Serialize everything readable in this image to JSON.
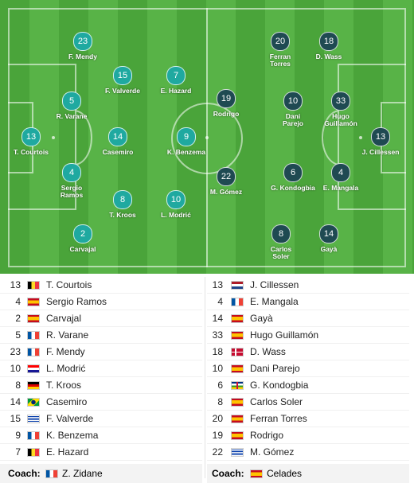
{
  "home_team": {
    "coach_label": "Coach:",
    "coach_name": "Z. Zidane",
    "coach_flag": "France",
    "players": [
      {
        "num": "13",
        "name": "T. Courtois",
        "flag": "Belgium"
      },
      {
        "num": "4",
        "name": "Sergio Ramos",
        "flag": "Spain"
      },
      {
        "num": "2",
        "name": "Carvajal",
        "flag": "Spain"
      },
      {
        "num": "5",
        "name": "R. Varane",
        "flag": "France"
      },
      {
        "num": "23",
        "name": "F. Mendy",
        "flag": "France"
      },
      {
        "num": "10",
        "name": "L. Modrić",
        "flag": "Croatia"
      },
      {
        "num": "8",
        "name": "T. Kroos",
        "flag": "Germany"
      },
      {
        "num": "14",
        "name": "Casemiro",
        "flag": "Brazil"
      },
      {
        "num": "15",
        "name": "F. Valverde",
        "flag": "Uruguay"
      },
      {
        "num": "9",
        "name": "K. Benzema",
        "flag": "France"
      },
      {
        "num": "7",
        "name": "E. Hazard",
        "flag": "Belgium"
      }
    ]
  },
  "away_team": {
    "coach_label": "Coach:",
    "coach_name": "Celades",
    "coach_flag": "Spain",
    "players": [
      {
        "num": "13",
        "name": "J. Cillessen",
        "flag": "Netherlands"
      },
      {
        "num": "4",
        "name": "E. Mangala",
        "flag": "France"
      },
      {
        "num": "14",
        "name": "Gayà",
        "flag": "Spain"
      },
      {
        "num": "33",
        "name": "Hugo Guillamón",
        "flag": "Spain"
      },
      {
        "num": "18",
        "name": "D. Wass",
        "flag": "Denmark"
      },
      {
        "num": "10",
        "name": "Dani Parejo",
        "flag": "Spain"
      },
      {
        "num": "6",
        "name": "G. Kondogbia",
        "flag": "Central African Republic"
      },
      {
        "num": "8",
        "name": "Carlos Soler",
        "flag": "Spain"
      },
      {
        "num": "20",
        "name": "Ferran Torres",
        "flag": "Spain"
      },
      {
        "num": "19",
        "name": "Rodrigo",
        "flag": "Spain"
      },
      {
        "num": "22",
        "name": "M. Gómez",
        "flag": "Uruguay"
      }
    ]
  },
  "pitch": {
    "home": [
      {
        "num": "23",
        "label": "F. Mendy"
      },
      {
        "num": "15",
        "label": "F. Valverde"
      },
      {
        "num": "7",
        "label": "E. Hazard"
      },
      {
        "num": "5",
        "label": "R. Varane"
      },
      {
        "num": "13",
        "label": "T. Courtois"
      },
      {
        "num": "14",
        "label": "Casemiro"
      },
      {
        "num": "9",
        "label": "K. Benzema"
      },
      {
        "num": "4",
        "label": "Sergio\nRamos"
      },
      {
        "num": "8",
        "label": "T. Kroos"
      },
      {
        "num": "10",
        "label": "L. Modrić"
      },
      {
        "num": "2",
        "label": "Carvajal"
      }
    ],
    "away": [
      {
        "num": "20",
        "label": "Ferran\nTorres"
      },
      {
        "num": "18",
        "label": "D. Wass"
      },
      {
        "num": "19",
        "label": "Rodrigo"
      },
      {
        "num": "10",
        "label": "Dani\nParejo"
      },
      {
        "num": "33",
        "label": "Hugo\nGuillamón"
      },
      {
        "num": "13",
        "label": "J. Cillessen"
      },
      {
        "num": "22",
        "label": "M. Gómez"
      },
      {
        "num": "6",
        "label": "G. Kondogbia"
      },
      {
        "num": "4",
        "label": "E. Mangala"
      },
      {
        "num": "8",
        "label": "Carlos\nSoler"
      },
      {
        "num": "14",
        "label": "Gayà"
      }
    ]
  }
}
